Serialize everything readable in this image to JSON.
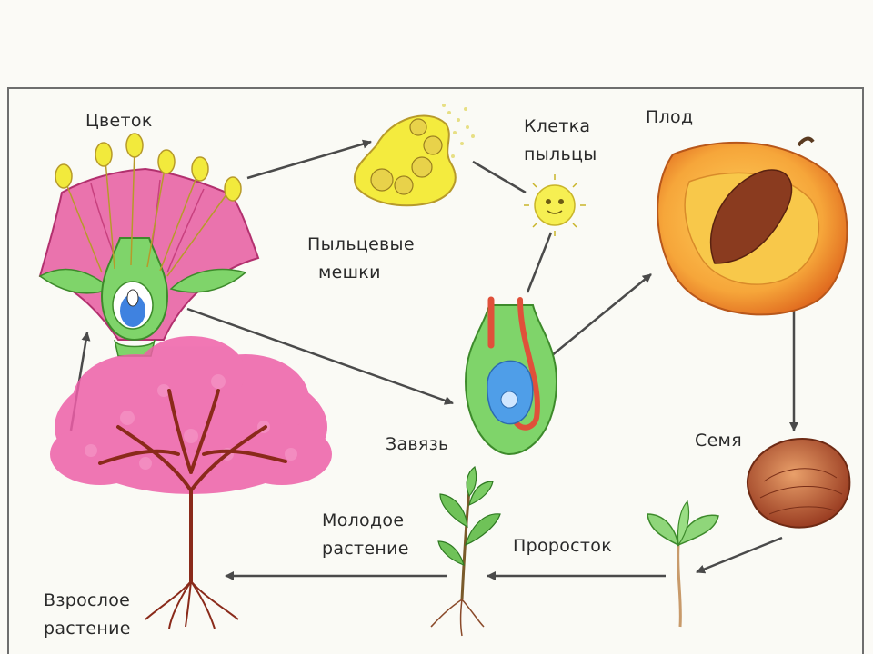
{
  "labels": {
    "flower": "Цветок",
    "pollen_sacs_1": "Пыльцевые",
    "pollen_sacs_2": "мешки",
    "pollen_cell_1": "Клетка",
    "pollen_cell_2": "пыльцы",
    "fruit": "Плод",
    "ovary": "Завязь",
    "seed": "Семя",
    "sprout": "Проросток",
    "young_plant_1": "Молодое",
    "young_plant_2": "растение",
    "adult_plant_1": "Взрослое",
    "adult_plant_2": "растение"
  },
  "colors": {
    "arrow": "#4a4a4a",
    "petal": "#e86aa6",
    "pollen": "#f2ea3c",
    "fruit_skin": "#f4a63a",
    "ovary": "#7fd46a",
    "blossom": "#ee5fa8"
  }
}
